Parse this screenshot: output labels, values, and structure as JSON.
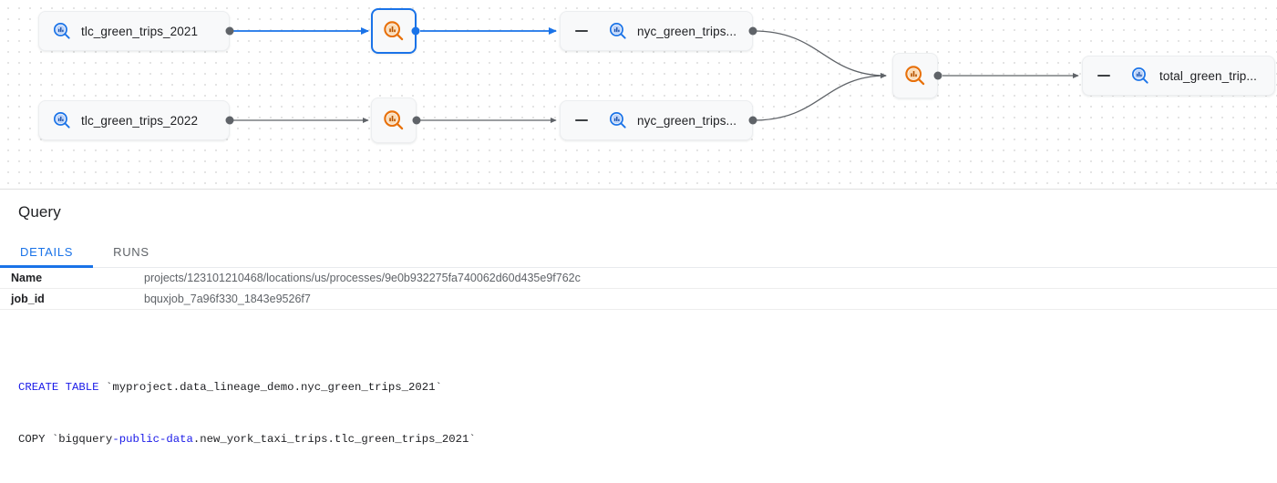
{
  "graph": {
    "background": "#ffffff",
    "dot_color": "#e4e4e4",
    "accent_selected": "#1a73e8",
    "process_icon_color": "#e8710a",
    "table_icon_color": "#1a73e8",
    "nodes": [
      {
        "id": "tlc2021",
        "kind": "table",
        "label": "tlc_green_trips_2021",
        "selected": false,
        "collapse": false
      },
      {
        "id": "tlc2022",
        "kind": "table",
        "label": "tlc_green_trips_2022",
        "selected": false,
        "collapse": false
      },
      {
        "id": "proc_top",
        "kind": "process",
        "label": "",
        "selected": true,
        "collapse": false
      },
      {
        "id": "proc_bot",
        "kind": "process",
        "label": "",
        "selected": false,
        "collapse": false
      },
      {
        "id": "nyc_top",
        "kind": "table",
        "label": "nyc_green_trips...",
        "selected": false,
        "collapse": true
      },
      {
        "id": "nyc_bot",
        "kind": "table",
        "label": "nyc_green_trips...",
        "selected": false,
        "collapse": true
      },
      {
        "id": "proc_merge",
        "kind": "process",
        "label": "",
        "selected": false,
        "collapse": false
      },
      {
        "id": "total",
        "kind": "table",
        "label": "total_green_trip...",
        "selected": false,
        "collapse": true
      }
    ],
    "collapse_glyph": "minus-icon"
  },
  "panel": {
    "title": "Query",
    "tabs": [
      {
        "id": "details",
        "label": "DETAILS",
        "active": true
      },
      {
        "id": "runs",
        "label": "RUNS",
        "active": false
      }
    ],
    "properties": [
      {
        "key": "Name",
        "value": "projects/123101210468/locations/us/processes/9e0b932275fa740062d60d435e9f762c"
      },
      {
        "key": "job_id",
        "value": "bquxjob_7a96f330_1843e9526f7"
      }
    ],
    "sql": {
      "line1": [
        {
          "t": "CREATE TABLE",
          "c": "kw"
        },
        {
          "t": " `myproject.data_lineage_demo.nyc_green_trips_2021`",
          "c": ""
        }
      ],
      "line2": [
        {
          "t": "COPY `bigquery",
          "c": ""
        },
        {
          "t": "-public-data",
          "c": "tok-blue"
        },
        {
          "t": ".new_york_taxi_trips.tlc_green_trips_2021`",
          "c": ""
        }
      ]
    }
  }
}
